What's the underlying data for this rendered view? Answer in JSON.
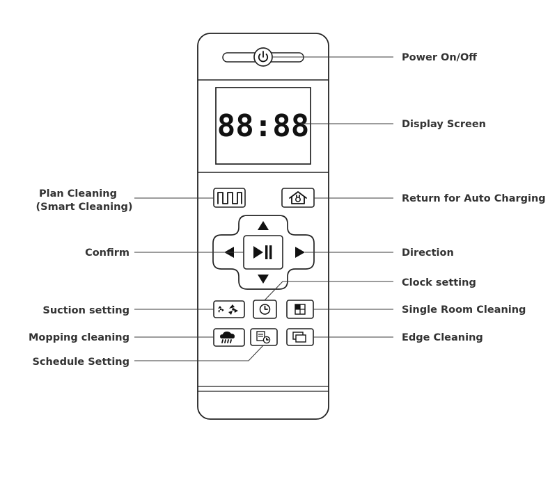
{
  "device": {
    "display_text": "88:88"
  },
  "labels": {
    "power": "Power On/Off",
    "display": "Display Screen",
    "plan_line1": "Plan Cleaning",
    "plan_line2": "(Smart Cleaning)",
    "return_charging": "Return for Auto Charging",
    "confirm": "Confirm",
    "direction": "Direction",
    "clock": "Clock setting",
    "suction": "Suction setting",
    "single_room": "Single Room Cleaning",
    "mopping": "Mopping cleaning",
    "edge": "Edge Cleaning",
    "schedule": "Schedule Setting"
  },
  "icons": {
    "power": "power-icon",
    "plan": "square-wave-icon",
    "return": "home-dock-icon",
    "up": "arrow-up-icon",
    "down": "arrow-down-icon",
    "left": "arrow-left-icon",
    "right": "arrow-right-icon",
    "confirm": "play-pause-icon",
    "suction": "fan-icon",
    "clock": "clock-icon",
    "single_room": "room-grid-icon",
    "mopping": "rain-cloud-icon",
    "schedule": "calendar-clock-icon",
    "edge": "edge-squares-icon"
  },
  "colors": {
    "ink": "#111111",
    "label": "#333333",
    "background": "#ffffff"
  }
}
